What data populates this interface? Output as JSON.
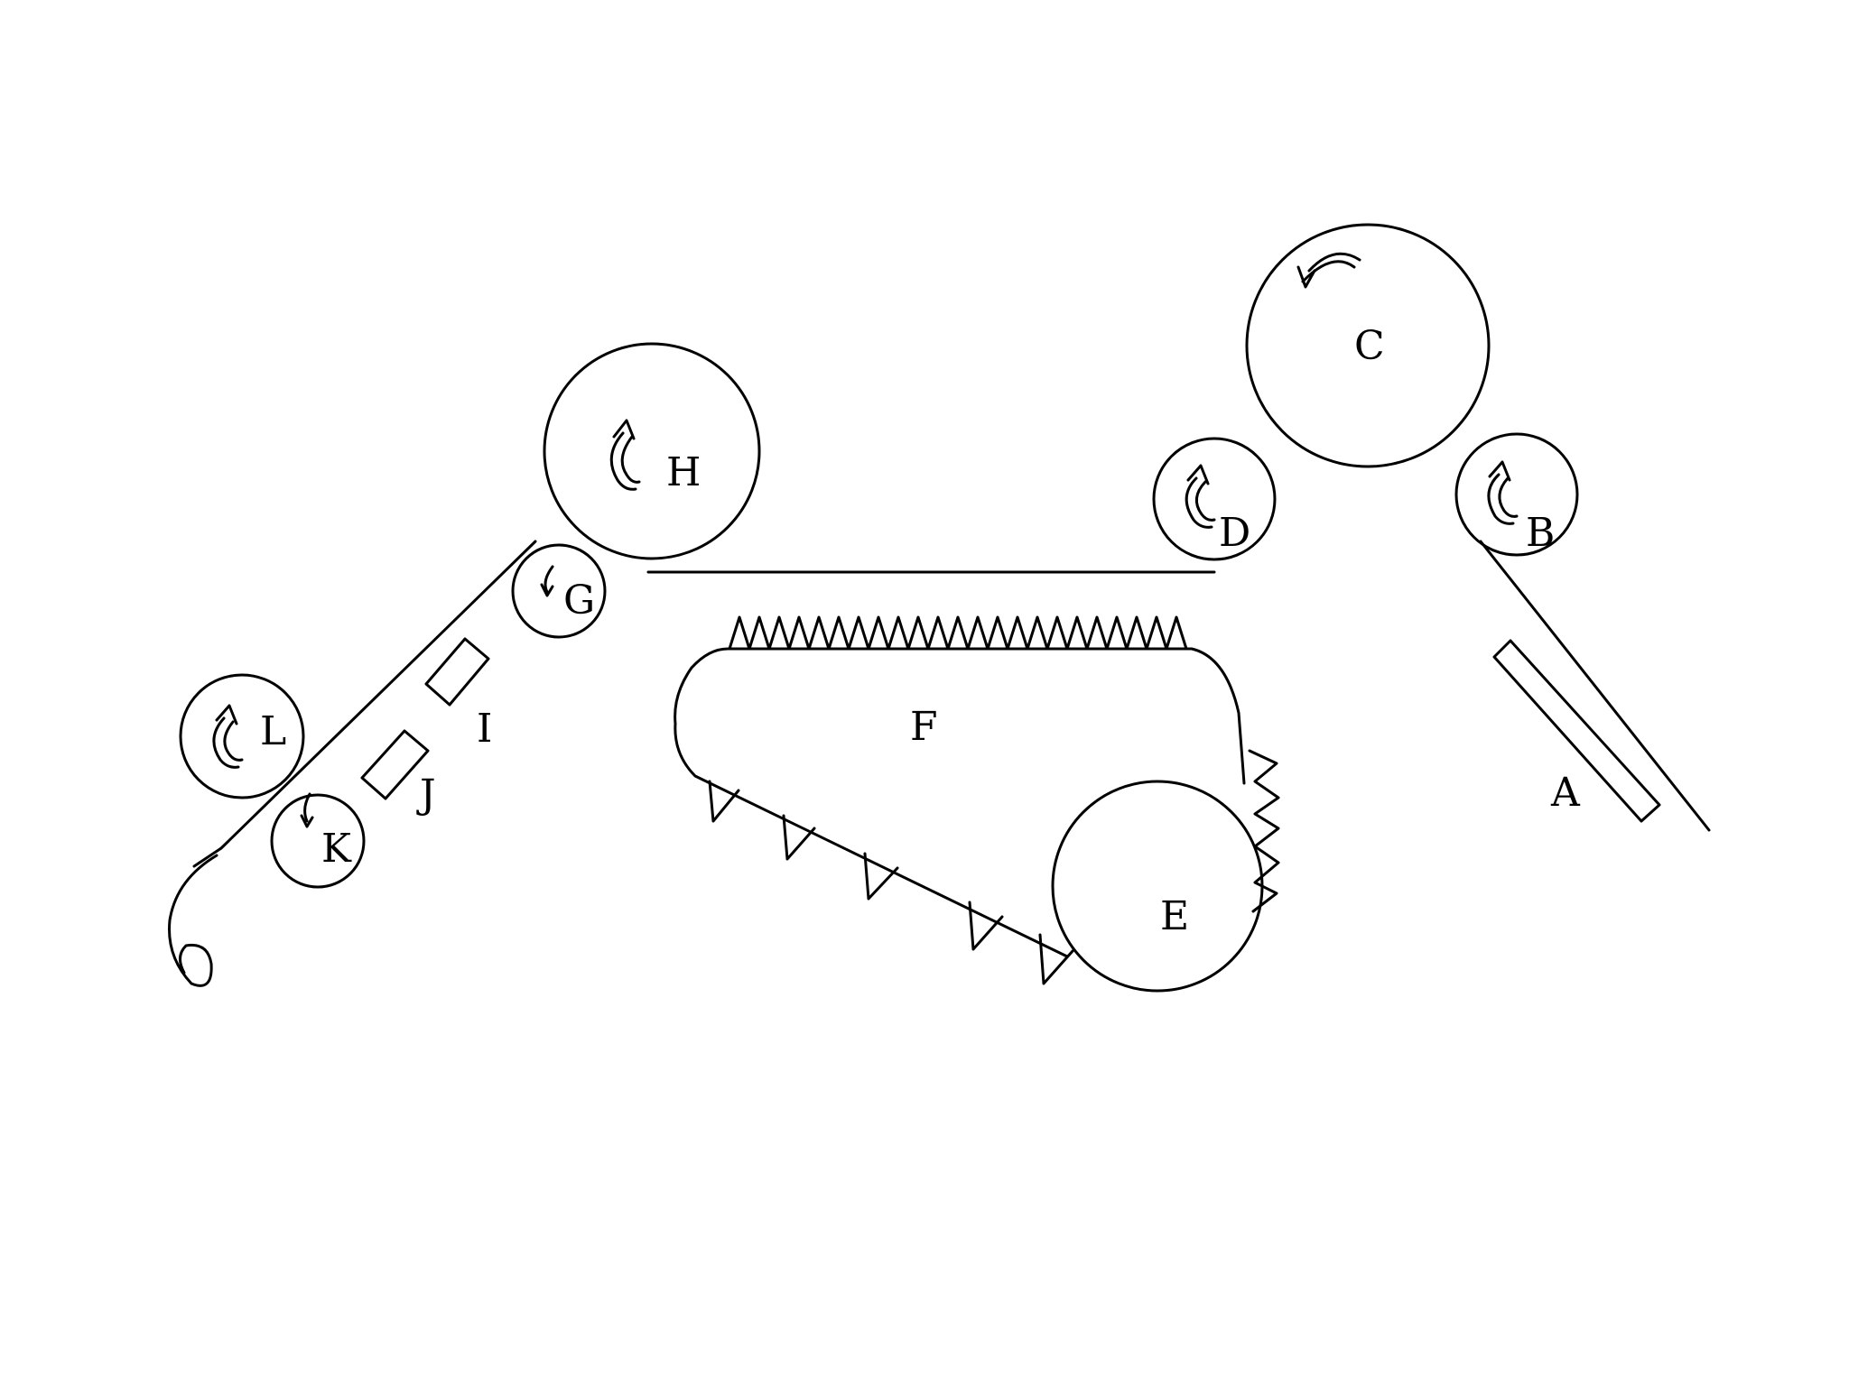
{
  "diagram": {
    "labels": {
      "A": "A",
      "B": "B",
      "C": "C",
      "D": "D",
      "E": "E",
      "F": "F",
      "G": "G",
      "H": "H",
      "I": "I",
      "J": "J",
      "K": "K",
      "L": "L"
    },
    "stroke_color": "#000000",
    "background_color": "#ffffff"
  }
}
